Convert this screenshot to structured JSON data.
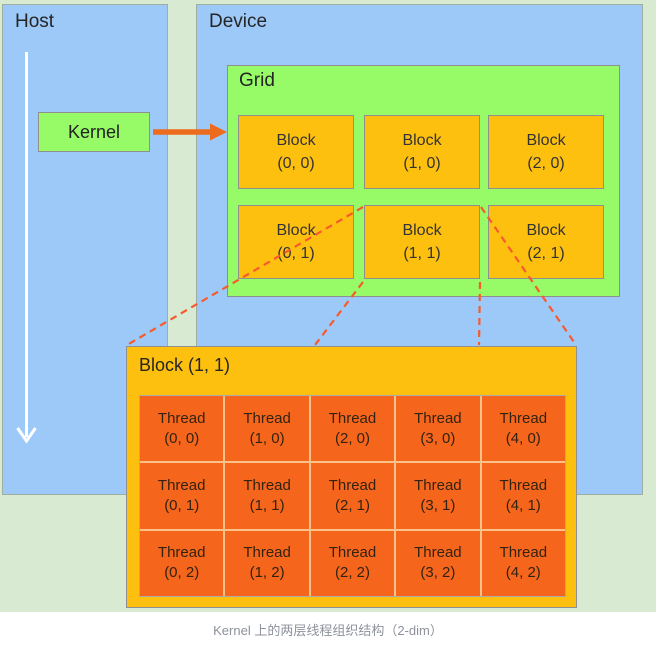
{
  "labels": {
    "host": "Host",
    "device": "Device",
    "grid": "Grid",
    "kernel": "Kernel"
  },
  "expanded": {
    "title": "Block (1, 1)"
  },
  "blocks": {
    "rows": 2,
    "cols": 3,
    "items": [
      {
        "line1": "Block",
        "line2": "(0, 0)"
      },
      {
        "line1": "Block",
        "line2": "(1, 0)"
      },
      {
        "line1": "Block",
        "line2": "(2, 0)"
      },
      {
        "line1": "Block",
        "line2": "(0, 1)"
      },
      {
        "line1": "Block",
        "line2": "(1, 1)"
      },
      {
        "line1": "Block",
        "line2": "(2, 1)"
      }
    ]
  },
  "threads": {
    "rows": 3,
    "cols": 5,
    "items": [
      {
        "line1": "Thread",
        "line2": "(0, 0)"
      },
      {
        "line1": "Thread",
        "line2": "(1, 0)"
      },
      {
        "line1": "Thread",
        "line2": "(2, 0)"
      },
      {
        "line1": "Thread",
        "line2": "(3, 0)"
      },
      {
        "line1": "Thread",
        "line2": "(4, 0)"
      },
      {
        "line1": "Thread",
        "line2": "(0, 1)"
      },
      {
        "line1": "Thread",
        "line2": "(1, 1)"
      },
      {
        "line1": "Thread",
        "line2": "(2, 1)"
      },
      {
        "line1": "Thread",
        "line2": "(3, 1)"
      },
      {
        "line1": "Thread",
        "line2": "(4, 1)"
      },
      {
        "line1": "Thread",
        "line2": "(0, 2)"
      },
      {
        "line1": "Thread",
        "line2": "(1, 2)"
      },
      {
        "line1": "Thread",
        "line2": "(2, 2)"
      },
      {
        "line1": "Thread",
        "line2": "(3, 2)"
      },
      {
        "line1": "Thread",
        "line2": "(4, 2)"
      }
    ]
  },
  "caption": "Kernel 上的两层线程组织结构（2-dim）",
  "colors": {
    "panel_blue": "#9cc9f8",
    "background_green": "#d9ead2",
    "bright_green": "#97fa67",
    "block_amber": "#fdc00f",
    "thread_orange": "#f5661c",
    "flow_arrow": "#ec6b1c",
    "dashed_line": "#f85a2d",
    "host_arrow": "#ffffff",
    "border_gray": "#8f8f8f",
    "caption_gray": "#8d929b"
  }
}
